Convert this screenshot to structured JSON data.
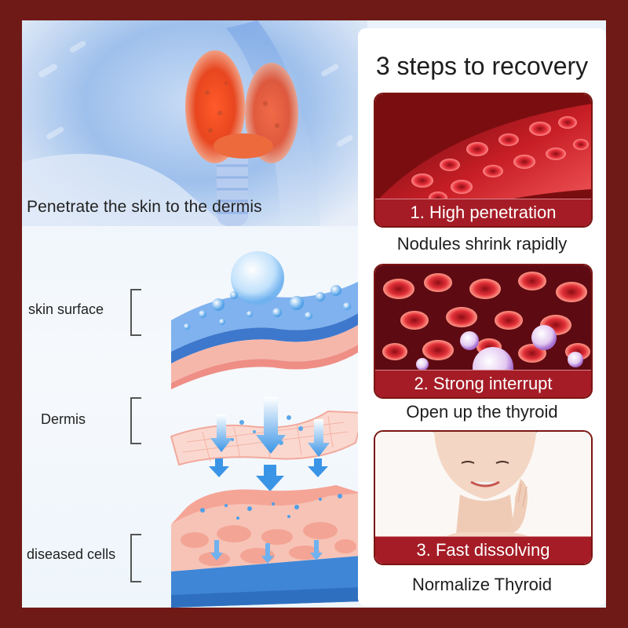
{
  "left": {
    "caption": "Penetrate the skin to the dermis",
    "layers": {
      "skin_surface": "skin surface",
      "dermis": "Dermis",
      "diseased_cells": "diseased cells"
    }
  },
  "right": {
    "title": "3 steps to recovery",
    "steps": [
      {
        "banner": "1. High penetration",
        "subtitle": "Nodules shrink rapidly"
      },
      {
        "banner": "2. Strong interrupt",
        "subtitle": "Open up the thyroid"
      },
      {
        "banner": "3. Fast dissolving",
        "subtitle": "Normalize Thyroid"
      }
    ]
  },
  "colors": {
    "frame": "#6f1a17",
    "banner": "#a51c26",
    "blood": "#d0222c"
  }
}
